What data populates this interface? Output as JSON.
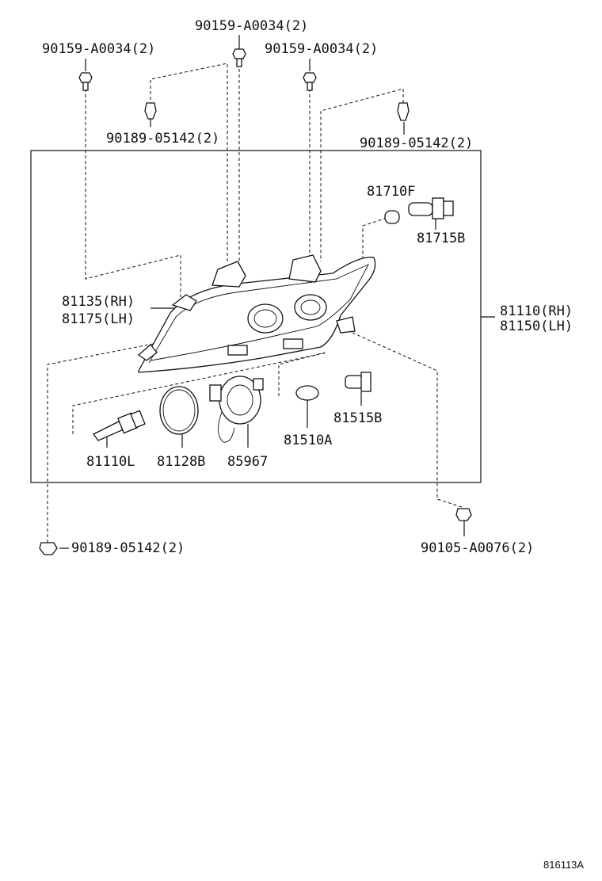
{
  "labels": {
    "bolt_top_center": "90159-A0034(2)",
    "bolt_top_left": "90159-A0034(2)",
    "bolt_top_right": "90159-A0034(2)",
    "clip_upper_left": "90189-05142(2)",
    "clip_upper_right": "90189-05142(2)",
    "clip_lower_left": "90189-05142(2)",
    "screw_lower_right": "90105-A0076(2)",
    "bulb_81710F": "81710F",
    "socket_81715B": "81715B",
    "bracket_rh": "81135(RH)",
    "bracket_lh": "81175(LH)",
    "headlamp_rh": "81110(RH)",
    "headlamp_lh": "81150(LH)",
    "bulb_81110L": "81110L",
    "gasket_81128B": "81128B",
    "ballast_85967": "85967",
    "bulb_81510A": "81510A",
    "socket_81515B": "81515B"
  },
  "code": "816113A"
}
